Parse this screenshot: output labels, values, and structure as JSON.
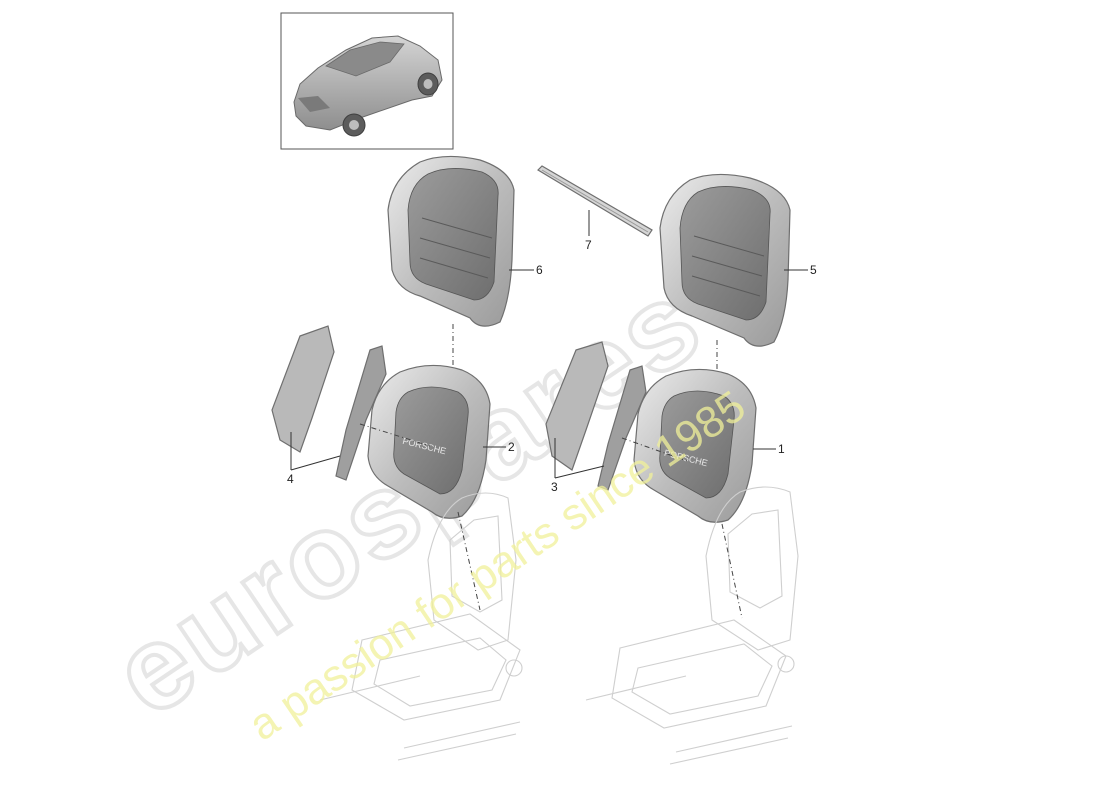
{
  "watermark": {
    "brand": "eurospares",
    "slogan": "a passion for parts since 1985",
    "brand_color": "#e6e6e6",
    "slogan_color": "#eeee88"
  },
  "embossing": "PORSCHE",
  "callouts": {
    "c1": "1",
    "c2": "2",
    "c3": "3",
    "c4": "4",
    "c5": "5",
    "c6": "6",
    "c7": "7"
  },
  "icons": [
    "car-thumbnail-icon",
    "seat-frame-icon",
    "seat-cover-icon",
    "side-panel-icon",
    "trim-strip-icon"
  ]
}
